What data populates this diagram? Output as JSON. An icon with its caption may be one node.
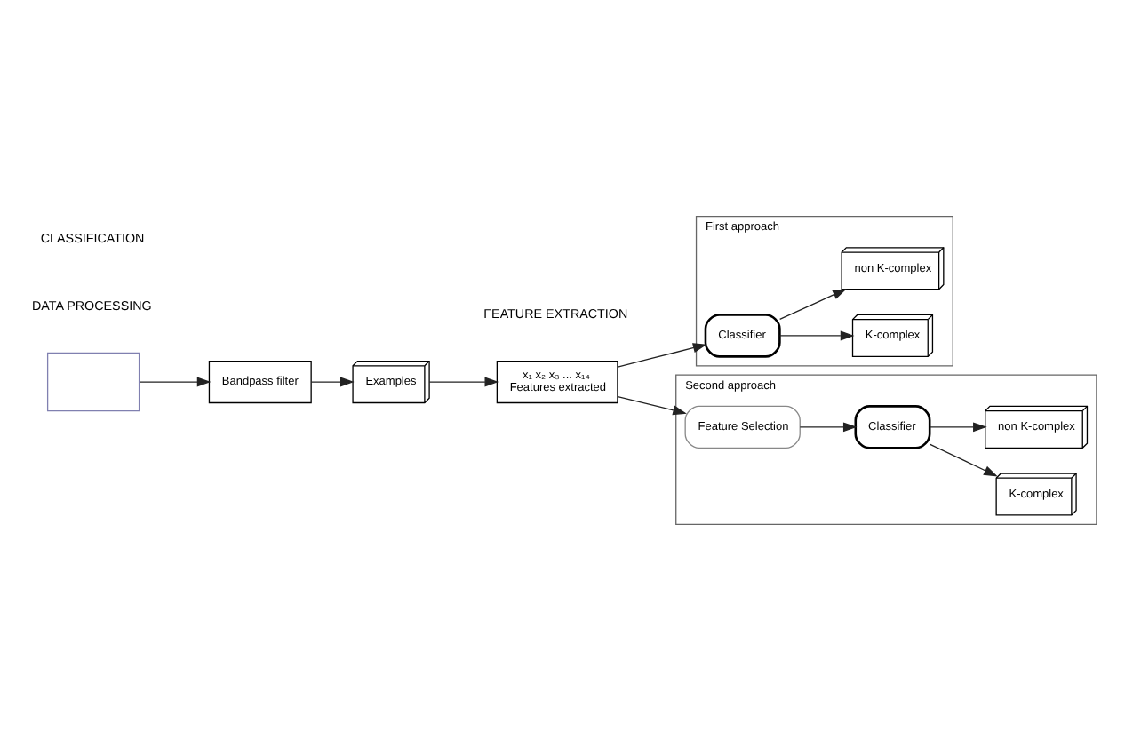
{
  "diagram": {
    "nodes": [
      {
        "text": [],
        "shape": "box"
      },
      {
        "text": [
          "Bandpass filter"
        ]
      },
      {
        "text": [
          "Examples"
        ]
      },
      {
        "text": [
          "x₁ x₂ x₃ ... x₁₄",
          "Features extracted"
        ]
      },
      {
        "text": [
          "First approach"
        ]
      },
      {
        "text": [
          "Classifier"
        ],
        "in": 4
      },
      {
        "text": [
          "K-complex"
        ],
        "in": 4
      },
      {
        "text": [
          "non K-complex"
        ],
        "in": 4
      },
      {
        "text": [
          "Second approach"
        ]
      },
      {
        "text": [
          "Feature Selection"
        ],
        "in": 8
      },
      {
        "text": [
          "Classifier"
        ],
        "in": 8
      },
      {
        "text": [
          "K-complex"
        ],
        "in": 8
      },
      {
        "text": [
          "non K-complex"
        ],
        "in": 8
      }
    ],
    "edges": [
      {
        "from": 0,
        "to": 1,
        "arrow": "to"
      },
      {
        "from": 1,
        "to": 2,
        "arrow": "to"
      },
      {
        "from": 2,
        "to": 3,
        "arrow": "to"
      },
      {
        "from": 3,
        "to": 5,
        "arrow": "to"
      },
      {
        "from": 3,
        "to": 9,
        "arrow": "to"
      },
      {
        "from": 5,
        "to": 6,
        "arrow": "to"
      },
      {
        "from": 5,
        "to": 7,
        "arrow": "to"
      },
      {
        "from": 9,
        "to": 10,
        "arrow": "to"
      },
      {
        "from": 10,
        "to": 11,
        "arrow": "to"
      },
      {
        "from": 10,
        "to": 12,
        "arrow": "to"
      }
    ],
    "labels": [
      "DATA PROCESSING",
      "FEATURE EXTRACTION",
      "CLASSIFICATION"
    ]
  }
}
